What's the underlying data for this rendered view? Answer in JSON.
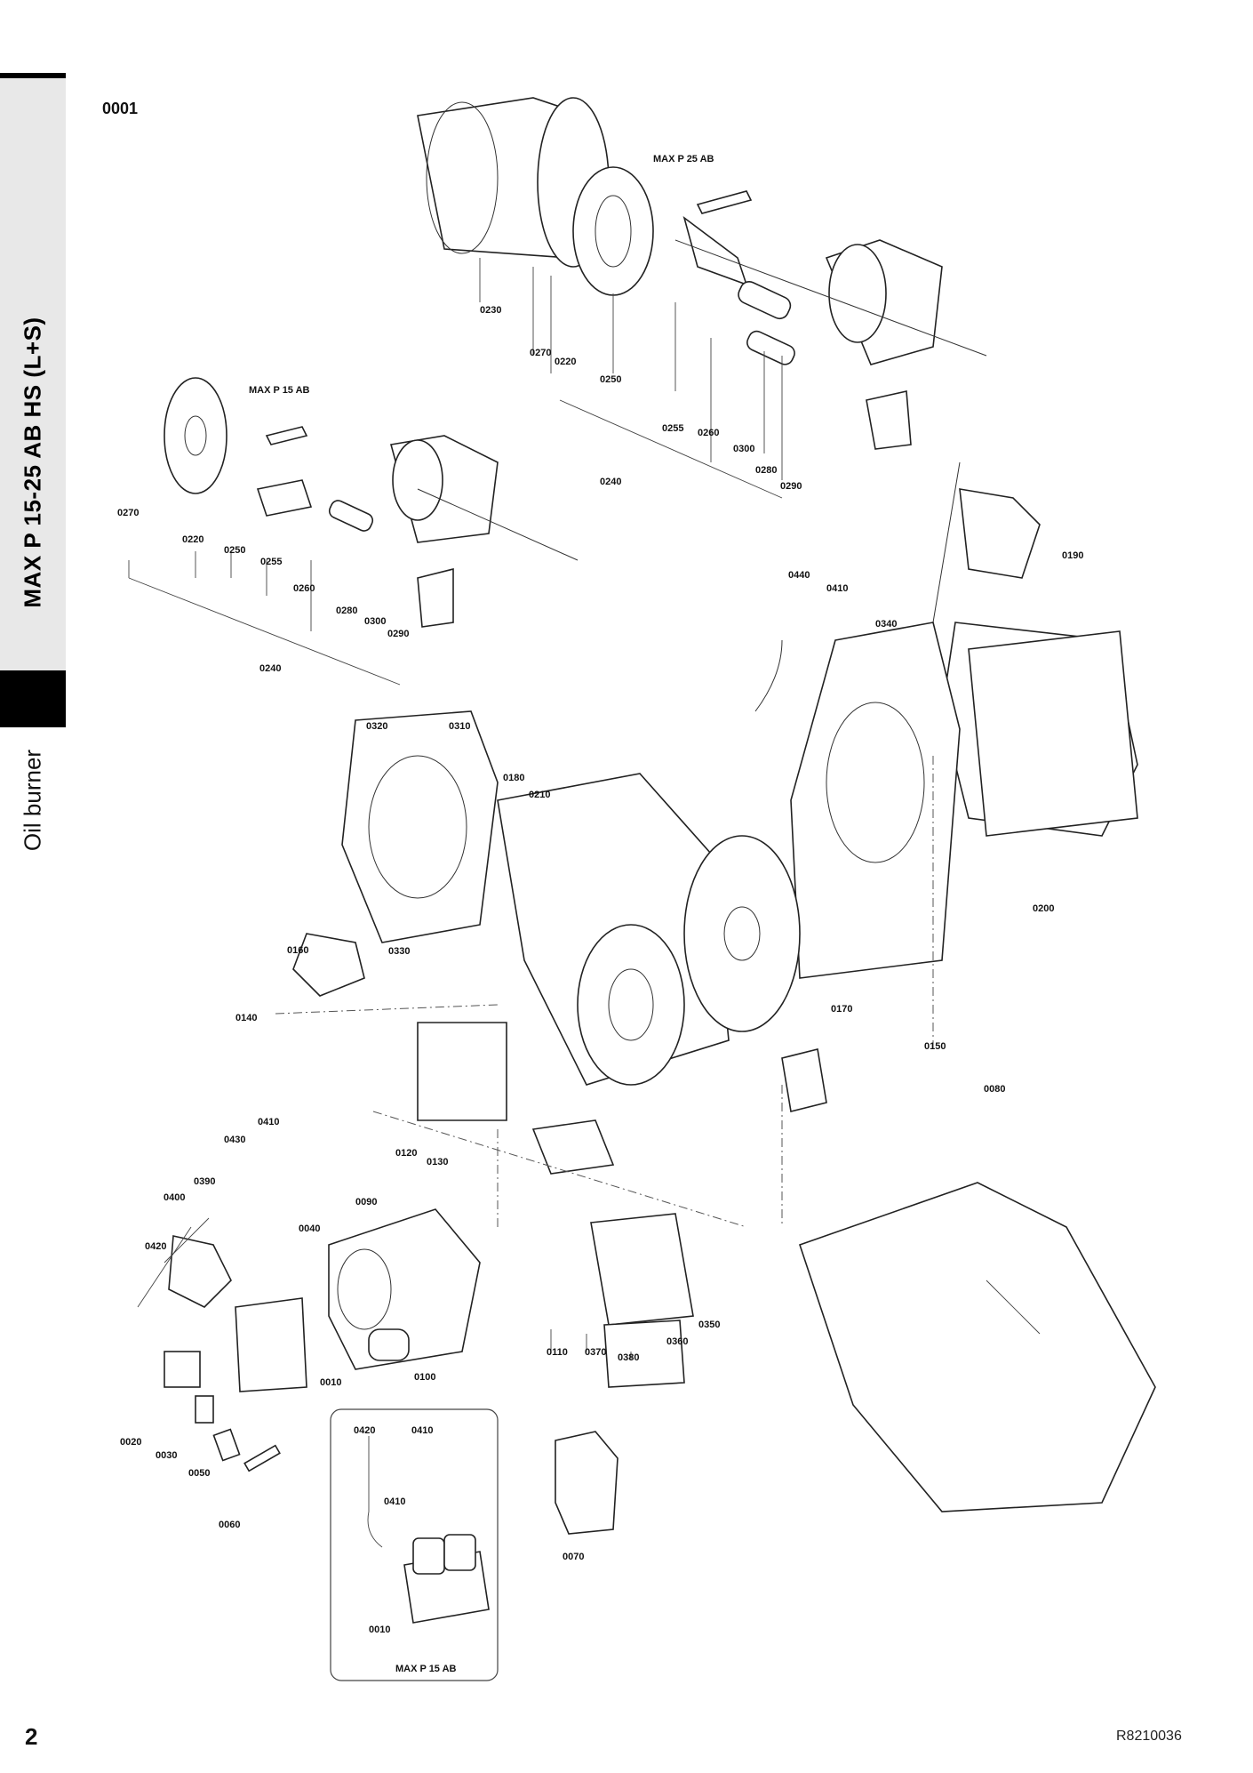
{
  "sidebar": {
    "title": "MAX P 15-25 AB HS (L+S)",
    "subtitle": "Oil burner"
  },
  "page_number": "2",
  "doc_code": "R8210036",
  "figure_id": "0001",
  "variants": {
    "max25": "MAX P 25 AB",
    "max15": "MAX P 15 AB",
    "inset": "MAX P 15 AB"
  },
  "labels": {
    "p0230": "0230",
    "p0270a": "0270",
    "p0220a": "0220",
    "p0250a": "0250",
    "p0255a": "0255",
    "p0260a": "0260",
    "p0300a": "0300",
    "p0280a": "0280",
    "p0290a": "0290",
    "p0240a": "0240",
    "p0270b": "0270",
    "p0220b": "0220",
    "p0250b": "0250",
    "p0255b": "0255",
    "p0260b": "0260",
    "p0280b": "0280",
    "p0300b": "0300",
    "p0290b": "0290",
    "p0240b": "0240",
    "p0190": "0190",
    "p0440": "0440",
    "p0410a": "0410",
    "p0340": "0340",
    "p0320": "0320",
    "p0310": "0310",
    "p0180": "0180",
    "p0210": "0210",
    "p0160": "0160",
    "p0330": "0330",
    "p0200": "0200",
    "p0140": "0140",
    "p0170": "0170",
    "p0150": "0150",
    "p0080": "0080",
    "p0410b": "0410",
    "p0120": "0120",
    "p0130": "0130",
    "p0430": "0430",
    "p0390": "0390",
    "p0400": "0400",
    "p0420a": "0420",
    "p0090": "0090",
    "p0040": "0040",
    "p0110": "0110",
    "p0370": "0370",
    "p0380": "0380",
    "p0360": "0360",
    "p0350": "0350",
    "p0010a": "0010",
    "p0100": "0100",
    "p0020": "0020",
    "p0030": "0030",
    "p0050": "0050",
    "p0060": "0060",
    "p0070": "0070",
    "p0420b": "0420",
    "p0410c": "0410",
    "p0410d": "0410",
    "p0010b": "0010"
  }
}
